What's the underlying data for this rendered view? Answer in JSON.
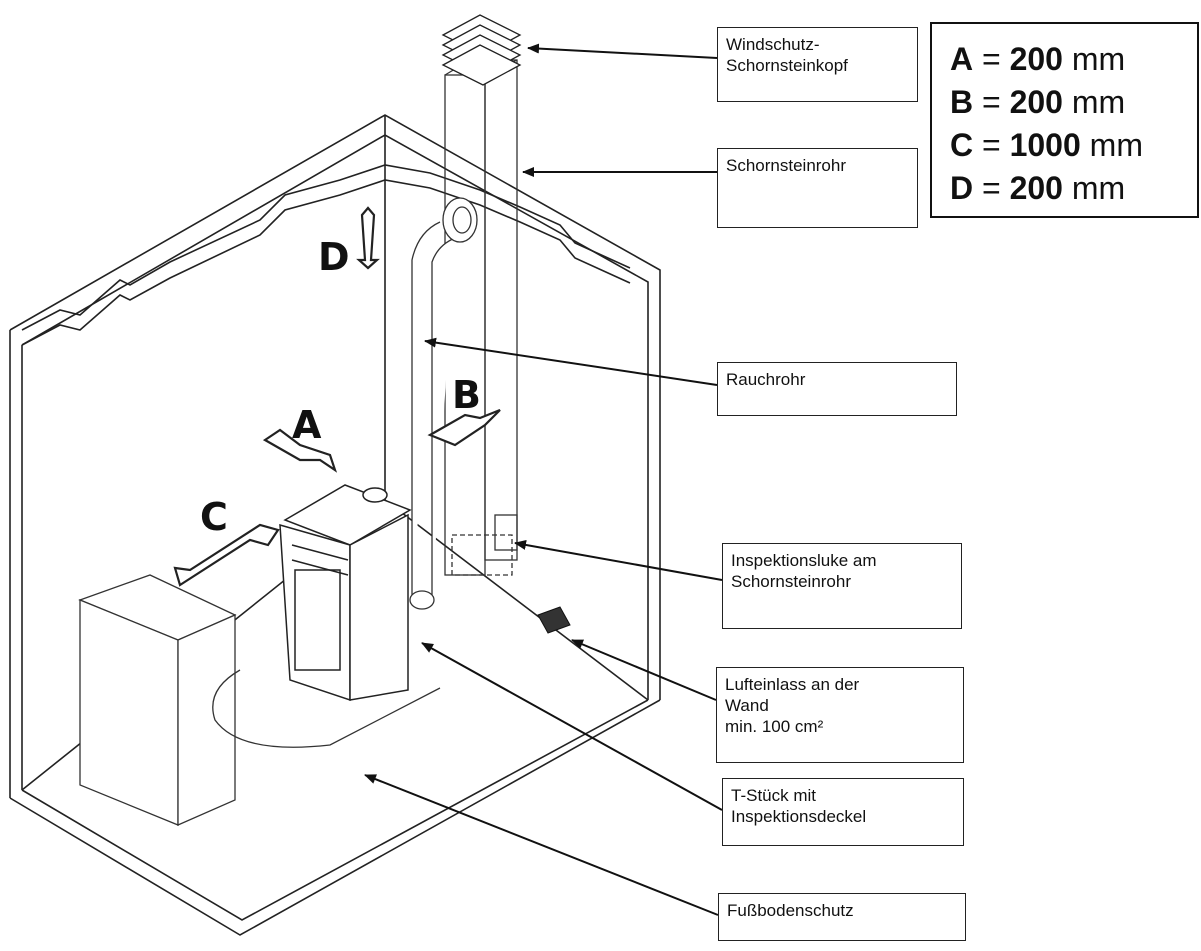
{
  "dimensions": [
    {
      "letter": "A",
      "equals": "=",
      "value": "200",
      "unit": "mm"
    },
    {
      "letter": "B",
      "equals": "=",
      "value": "200",
      "unit": "mm"
    },
    {
      "letter": "C",
      "equals": "=",
      "value": "1000",
      "unit": "mm"
    },
    {
      "letter": "D",
      "equals": "=",
      "value": "200",
      "unit": "mm"
    }
  ],
  "labels": {
    "windschutz": "Windschutz-\nSchornsteinkopf",
    "schornsteinrohr": "Schornsteinrohr",
    "rauchrohr": "Rauchrohr",
    "inspektionsluke": "Inspektionsluke am\nSchornsteinrohr",
    "lufteinlass": "Lufteinlass an der\nWand\nmin. 100 cm²",
    "tstueck": "T-Stück mit\nInspektionsdeckel",
    "fussboden": "Fußbodenschutz"
  },
  "clearance_letters": {
    "a": "A",
    "b": "B",
    "c": "C",
    "d": "D"
  }
}
